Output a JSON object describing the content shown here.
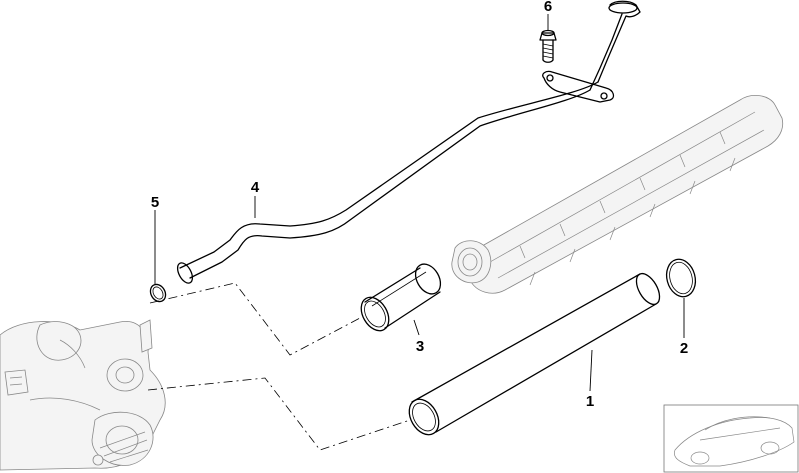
{
  "labels": {
    "part1": "1",
    "part2": "2",
    "part3": "3",
    "part4": "4",
    "part5": "5",
    "part6": "6"
  },
  "colors": {
    "line": "#000000",
    "background": "#ffffff",
    "context": "#888888"
  }
}
